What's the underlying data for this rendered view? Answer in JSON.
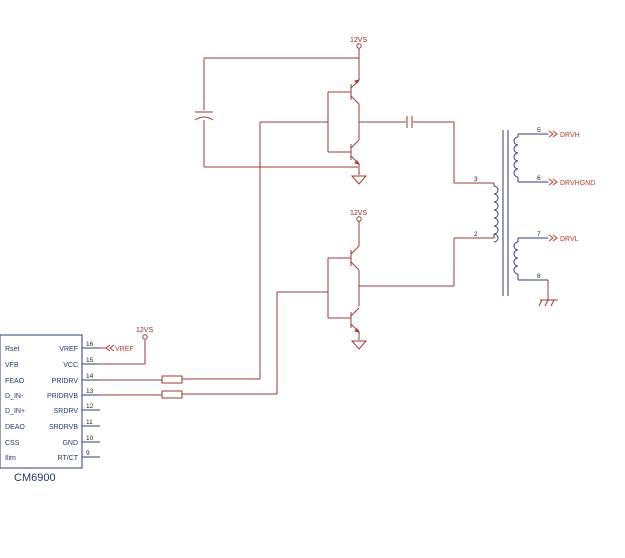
{
  "colors": {
    "wire": "#9b3a32",
    "ic": "#2c3e7a",
    "net": "#c0392b",
    "text": "#1f3a6e"
  },
  "ic": {
    "name": "CM6900",
    "left_pins": [
      "Rset",
      "VFB",
      "FEAO",
      "D_IN-",
      "D_IN+",
      "DEAO",
      "CSS",
      "Ilim"
    ],
    "right_pins": [
      {
        "label": "VREF",
        "num": "16"
      },
      {
        "label": "VCC",
        "num": "15"
      },
      {
        "label": "PRIDRV",
        "num": "14"
      },
      {
        "label": "PRIDRVB",
        "num": "13"
      },
      {
        "label": "SRDRV",
        "num": "12"
      },
      {
        "label": "SRDRVB",
        "num": "11"
      },
      {
        "label": "GND",
        "num": "10"
      },
      {
        "label": "RT/CT",
        "num": "9"
      }
    ]
  },
  "nets": {
    "supply_top": "12VS",
    "supply_mid": "12VS",
    "supply_ic": "12VS",
    "vref": "VREF",
    "drvh": "DRVH",
    "drvhgnd": "DRVHGND",
    "drvl": "DRVL"
  },
  "transformer_pins": {
    "p3": "3",
    "p2": "2",
    "s5": "5",
    "s6": "6",
    "s7": "7",
    "s8": "8"
  },
  "icons": [
    "capacitor-icon",
    "npn-transistor-icon",
    "pnp-transistor-icon",
    "ground-icon",
    "resistor-icon",
    "transformer-icon",
    "net-port-icon"
  ]
}
